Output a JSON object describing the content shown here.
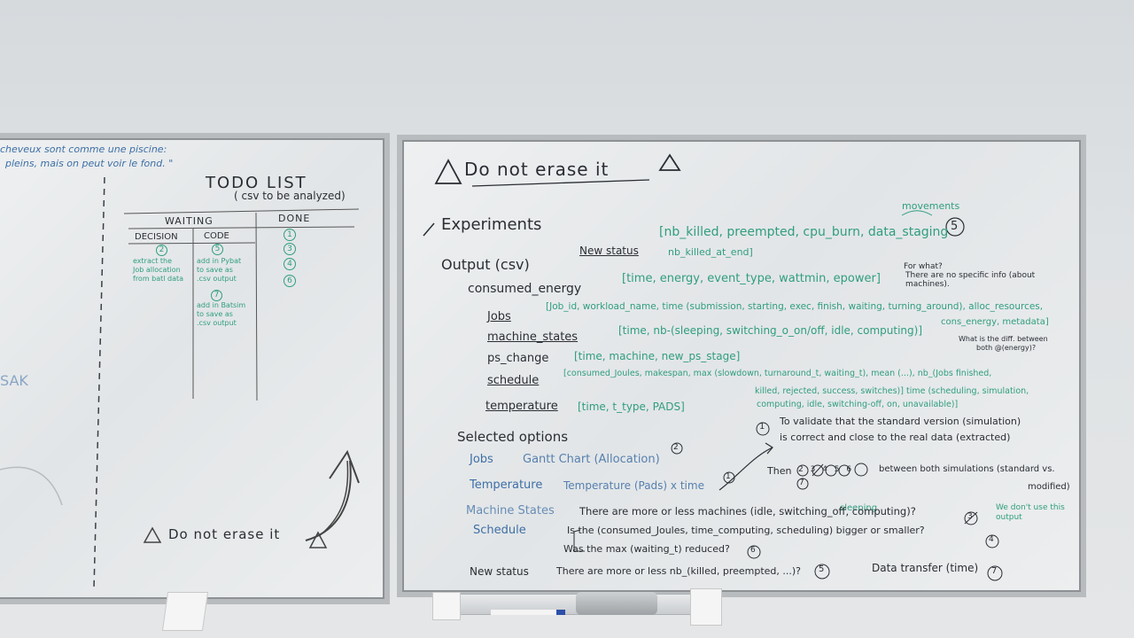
{
  "left_board": {
    "quote_line1": "cheveux sont comme une piscine:",
    "quote_line2": "pleins, mais on peut voir le fond. \"",
    "todo_title": "TODO LIST",
    "todo_subtitle": "( csv to be analyzed)",
    "col_waiting": "WAITING",
    "col_done": "DONE",
    "sub_decision": "DECISION",
    "sub_code": "CODE",
    "decision_num": "2",
    "decision_text": [
      "extract the",
      "Job allocation",
      "from batl data"
    ],
    "code_num1": "5",
    "code_text1": [
      "add in Pybat",
      "to save as",
      ".csv output"
    ],
    "code_num2": "7",
    "code_text2": [
      "add in Batsim",
      "to save as",
      ".csv output"
    ],
    "done_nums": [
      "1",
      "3",
      "4",
      "6"
    ],
    "partial": "SAK",
    "warning": "Do not erase it"
  },
  "right_board": {
    "title": "Do not erase it",
    "experiments": "Experiments",
    "movements": "movements",
    "new_status_label": "New status",
    "new_status_list": "[nb_killed, preempted, cpu_burn, data_staging",
    "new_status_list2": "nb_killed_at_end]",
    "new_status_num": "5",
    "output": "Output (csv)",
    "consumed_energy": "consumed_energy",
    "consumed_energy_list": "[time, energy, event_type, wattmin, epower]",
    "for_what": "For what?",
    "no_info": "There are no specific info (about",
    "no_info2": "machines).",
    "jobs": "Jobs",
    "jobs_list": "[Job_id, workload_name, time (submission, starting, exec, finish, waiting, turning_around), alloc_resources,",
    "jobs_list2": "cons_energy, metadata]",
    "diff_note": "What is the diff. between",
    "diff_note2": "both @(energy)?",
    "machine_states": "machine_states",
    "machine_states_list": "[time, nb-(sleeping, switching_o_on/off, idle, computing)]",
    "ps_change": "ps_change",
    "ps_change_list": "[time, machine, new_ps_stage]",
    "schedule": "schedule",
    "schedule_list": "[consumed_Joules, makespan, max (slowdown, turnaround_t, waiting_t), mean (...), nb_(Jobs finished,",
    "schedule_list2": "killed, rejected, success, switches)] time (scheduling, simulation,",
    "schedule_list3": "computing, idle, switching-off, on, unavailable)]",
    "temperature": "temperature",
    "temperature_list": "[time, t_type, PADS]",
    "validate_num": "1",
    "validate_text": "To validate that the standard version (simulation)",
    "validate_text2": "is correct and close to the real data (extracted)",
    "then_text": "Then",
    "then_nums": "2 3 4 5 6",
    "then_tail": "between both simulations (standard vs.",
    "then_tail2": "modified)",
    "then_num7": "7",
    "selected": "Selected options",
    "opt_jobs": "Jobs",
    "opt_jobs_desc": "Gantt Chart (Allocation)",
    "opt_jobs_num": "2",
    "opt_temp": "Temperature",
    "opt_temp_desc": "Temperature (Pads) x time",
    "opt_temp_num": "1",
    "sleeping": "sleeping",
    "opt_machine": "Machine States",
    "opt_machine_desc": "There are more or less machines (idle, switching_off, computing)?",
    "opt_machine_num": "3",
    "dont_use": "We don't use this",
    "dont_use2": "output",
    "opt_schedule": "Schedule",
    "opt_schedule_desc": "Is the (consumed_Joules, time_computing, scheduling) bigger or smaller?",
    "opt_schedule_num": "4",
    "opt_schedule_desc2": "Was the max (waiting_t) reduced?",
    "opt_schedule_num2": "6",
    "opt_new_status": "New status",
    "opt_new_status_desc": "There are more or less nb_(killed, preempted, ...)?",
    "opt_new_status_num": "5",
    "data_transfer": "Data transfer (time)",
    "data_transfer_num": "7"
  },
  "colors": {
    "ink_black": "#2a2d33",
    "ink_green": "#2f9e7d",
    "ink_blue": "#3d6fa6"
  }
}
